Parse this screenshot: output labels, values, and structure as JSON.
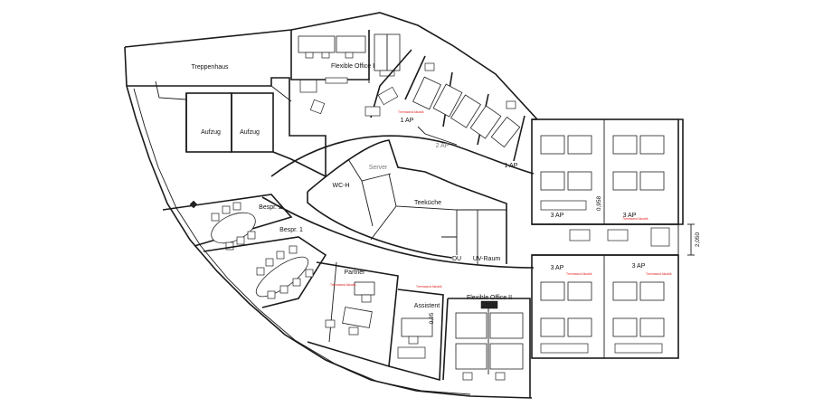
{
  "rooms": {
    "treppenhaus": "Treppenhaus",
    "aufzug_1": "Aufzug",
    "aufzug_2": "Aufzug",
    "flexible_office_1": "Flexible Office I",
    "flexible_office_2": "Flexible Office II",
    "server": "Server",
    "wc_h": "WC-H",
    "teekueche": "Teeküche",
    "du": "DU",
    "uv_raum": "UV-Raum",
    "bespr_2": "Bespr. 2",
    "bespr_1": "Bespr. 1",
    "partner": "Partner",
    "assistent": "Assistent"
  },
  "workplaces": {
    "ap_upper_a": "1 AP",
    "ap_upper_b": "2 AP",
    "ap_upper_c": "1 AP",
    "ap_right_top_a": "3 AP",
    "ap_right_top_b": "3 AP",
    "ap_right_bottom_a": "3 AP",
    "ap_right_bottom_b": "3 AP"
  },
  "dimensions": {
    "corridor_width": "2,050",
    "door_width_a": "0,958",
    "door_width_b": "0,95"
  },
  "notes": {
    "red_note": "Trennwand Akustik"
  },
  "colors": {
    "line": "#1a1a1a",
    "annotation_red": "#e02020",
    "background": "#ffffff"
  }
}
